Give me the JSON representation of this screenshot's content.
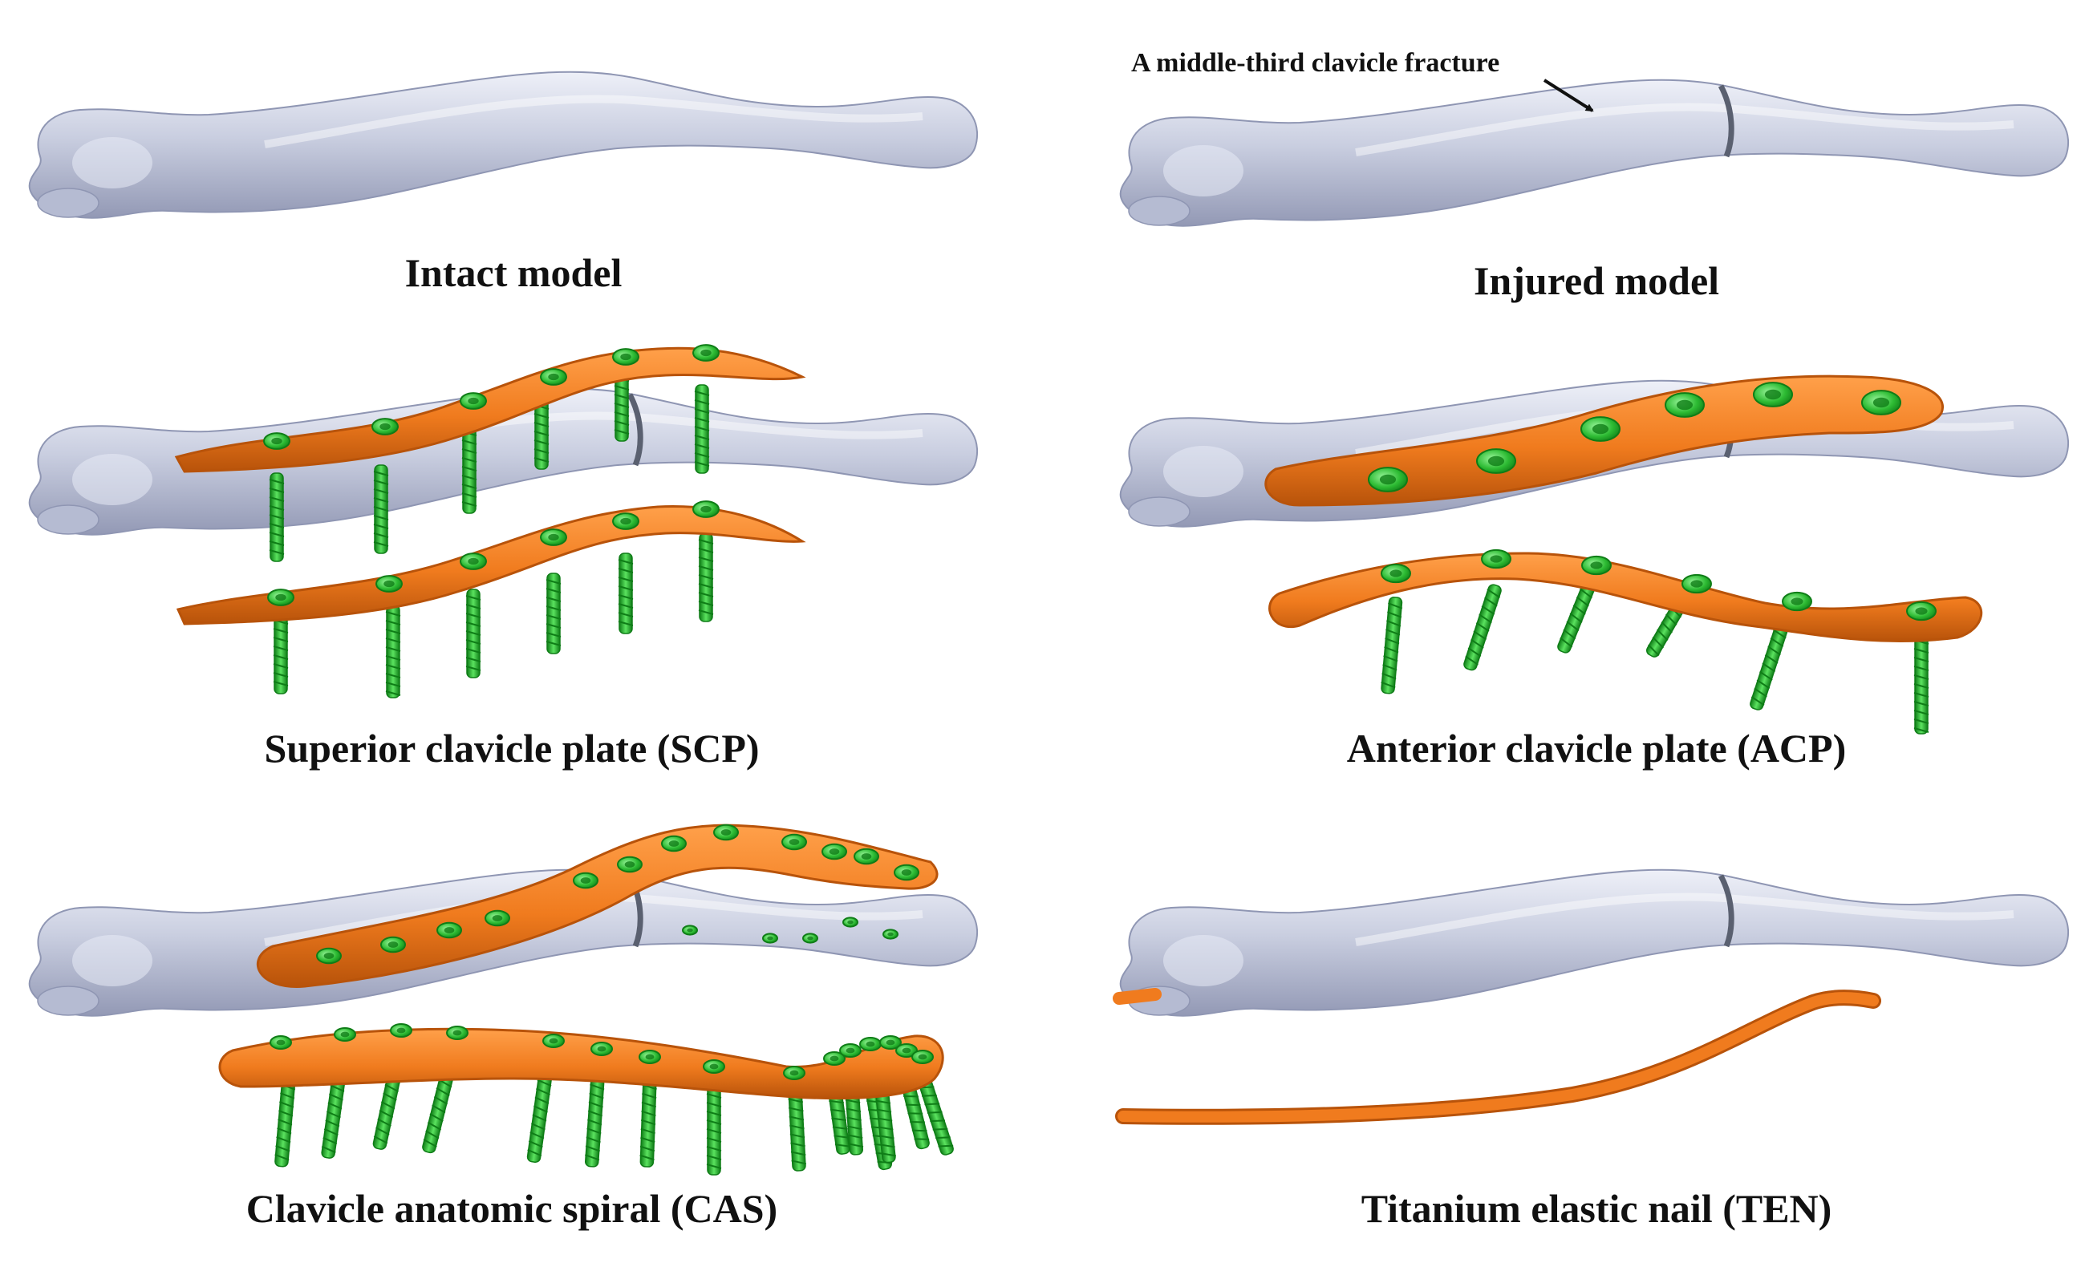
{
  "panels": [
    {
      "id": "intact",
      "caption": "Intact model"
    },
    {
      "id": "injured",
      "caption": "Injured model",
      "annotation": "A middle-third clavicle fracture"
    },
    {
      "id": "scp",
      "caption": "Superior clavicle plate (SCP)"
    },
    {
      "id": "acp",
      "caption": "Anterior clavicle plate (ACP)"
    },
    {
      "id": "cas",
      "caption": "Clavicle anatomic spiral (CAS)"
    },
    {
      "id": "ten",
      "caption": "Titanium elastic nail (TEN)"
    }
  ],
  "colors": {
    "bone": "#c5cade",
    "bone_shade": "#8f96b3",
    "bone_light": "#e8ebf5",
    "fracture_line": "#5a6070",
    "plate": "#f07b1e",
    "plate_dark": "#b8530a",
    "screw": "#35c83a",
    "screw_dark": "#0f7d17",
    "text": "#111111"
  },
  "icons": {
    "bone": "clavicle-bone-model",
    "plate": "orange-fixation-plate",
    "screw": "green-locking-screw",
    "nail": "orange-elastic-nail",
    "arrow": "annotation-arrow"
  }
}
